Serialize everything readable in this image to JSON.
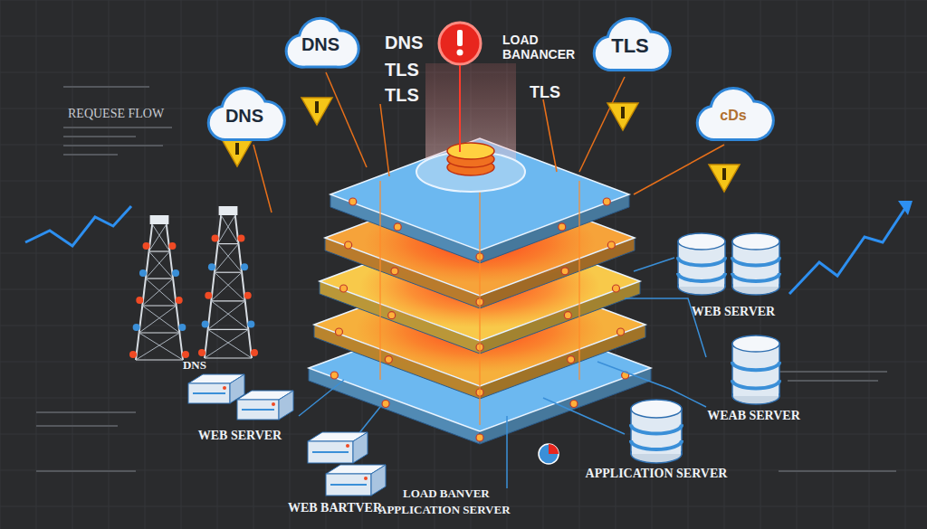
{
  "diagram": {
    "nodes": [
      {
        "text": [
          "DNS"
        ]
      },
      {
        "text": [
          "DNS"
        ]
      },
      {
        "text": [
          "TLS"
        ]
      },
      {
        "text": [
          "cDs"
        ]
      },
      {
        "text": [
          "DNS"
        ]
      },
      {
        "text": [
          "WEB SERVER"
        ]
      },
      {
        "text": [
          "WEAB SERVER"
        ]
      },
      {
        "text": [
          "APPLICATION SERVER"
        ]
      },
      {
        "text": [
          "WEB SERVER"
        ]
      },
      {
        "text": [
          "WEB BARTVER"
        ]
      }
    ],
    "labels": [
      "REQUESE FLOW",
      "DNS",
      "TLS",
      "TLS",
      "LOAD BANANCER",
      "TLS",
      "LOAD BANVER",
      "APPLICATION SERVER"
    ]
  }
}
